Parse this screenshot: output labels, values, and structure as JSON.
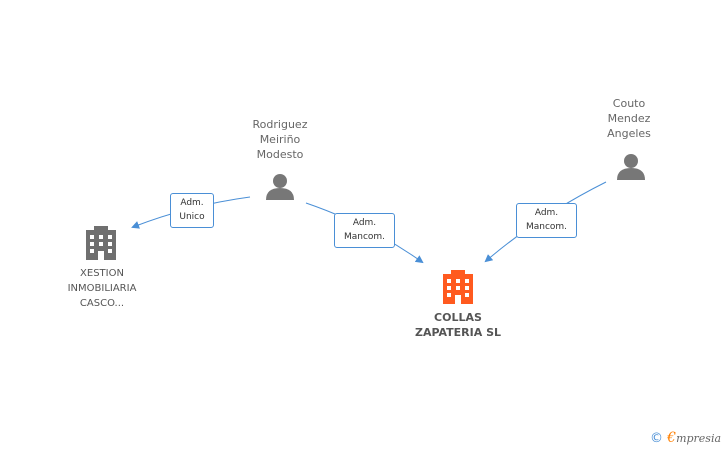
{
  "nodes": {
    "person_rodriguez": {
      "lines": [
        "Rodriguez",
        "Meiriño",
        "Modesto"
      ]
    },
    "person_couto": {
      "lines": [
        "Couto",
        "Mendez",
        "Angeles"
      ]
    },
    "company_xestion": {
      "lines": [
        "XESTION",
        "INMOBILIARIA",
        "CASCO..."
      ]
    },
    "company_collas": {
      "lines": [
        "COLLAS",
        "ZAPATERIA SL"
      ]
    }
  },
  "edges": {
    "rodriguez_to_xestion": {
      "lines": [
        "Adm.",
        "Unico"
      ]
    },
    "rodriguez_to_collas": {
      "lines": [
        "Adm.",
        "Mancom."
      ]
    },
    "couto_to_collas": {
      "lines": [
        "Adm.",
        "Mancom."
      ]
    }
  },
  "colors": {
    "edge": "#4a8fd6",
    "person_icon": "#777777",
    "company_icon": "#6f6f6f",
    "main_company_icon": "#ff5a1f"
  },
  "footer": {
    "copyright": "©",
    "brand_e": "€",
    "brand_rest": "mpresia"
  }
}
